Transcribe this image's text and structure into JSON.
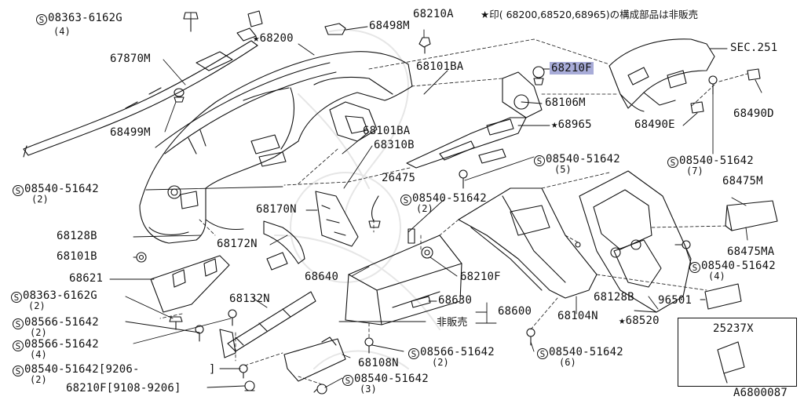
{
  "header_note": {
    "star": "★",
    "text": "印( 68200,68520,68965)の構成部品は非販売"
  },
  "labels": {
    "bolt_08363_top": "08363-6162G",
    "qty_4_top": "(4)",
    "p68498M": "68498M",
    "p68210A": "68210A",
    "p68200": "68200",
    "p67870M": "67870M",
    "p68499M": "68499M",
    "p68101BA_top": "68101BA",
    "p68210F_top": "68210F",
    "sec251": "SEC.251",
    "p68106M": "68106M",
    "p68490E": "68490E",
    "p68490D": "68490D",
    "p68965": "68965",
    "p68101BA_mid": "68101BA",
    "p68310B": "68310B",
    "bolt_08540_5": "08540-51642",
    "qty_5": "(5)",
    "bolt_08540_7": "08540-51642",
    "qty_7": "(7)",
    "bolt_08540_left": "08540-51642",
    "qty_2_left": "(2)",
    "p26475": "26475",
    "bolt_08540_mid2": "08540-51642",
    "qty_2_mid": "(2)",
    "p68475M": "68475M",
    "p68170N": "68170N",
    "p68128B_left": "68128B",
    "p68172N": "68172N",
    "p68475MA": "68475MA",
    "p68101B": "68101B",
    "bolt_08540_4": "08540-51642",
    "qty_4_right": "(4)",
    "p68621": "68621",
    "p68640": "68640",
    "p68210F_mid": "68210F",
    "bolt_08363_low": "08363-6162G",
    "qty_2_08363": "(2)",
    "p68132N": "68132N",
    "p68630": "68630",
    "p68128B_right": "68128B",
    "p96501": "96501",
    "p68600": "68600",
    "not_for_sale": "非販売",
    "p68104N": "68104N",
    "p68520": "68520",
    "bolt_08566_2": "08566-51642",
    "qty_2_08566": "(2)",
    "bolt_08566_4": "08566-51642",
    "qty_4_08566": "(4)",
    "bolt_08566_mid": "08566-51642",
    "qty_2_08566_mid": "(2)",
    "p68108N": "68108N",
    "bolt_08540_6": "08540-51642",
    "qty_6": "(6)",
    "bolt_08540_9206": "08540-51642[9206-",
    "bracket_close": "]",
    "qty_2_9206": "(2)",
    "p68210F_9108": "68210F[9108-9206]",
    "bolt_08540_3": "08540-51642",
    "qty_3": "(3)",
    "p25237X": "25237X",
    "diagram_id": "A6800087",
    "s_mark": "S",
    "star_mark": "★"
  }
}
